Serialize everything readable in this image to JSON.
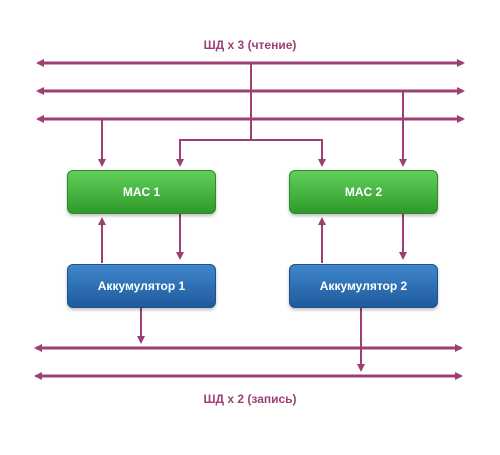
{
  "colors": {
    "bus": "#9e3f74",
    "label": "#9e3f74",
    "mac_green": "#3faa3a",
    "acc_blue": "#2a6db3"
  },
  "labels": {
    "read_bus": "ШД х 3 (чтение)",
    "write_bus": "ШД х 2 (запись)"
  },
  "blocks": {
    "mac1": "MAC 1",
    "mac2": "MAC 2",
    "acc1": "Аккумулятор 1",
    "acc2": "Аккумулятор 2"
  }
}
